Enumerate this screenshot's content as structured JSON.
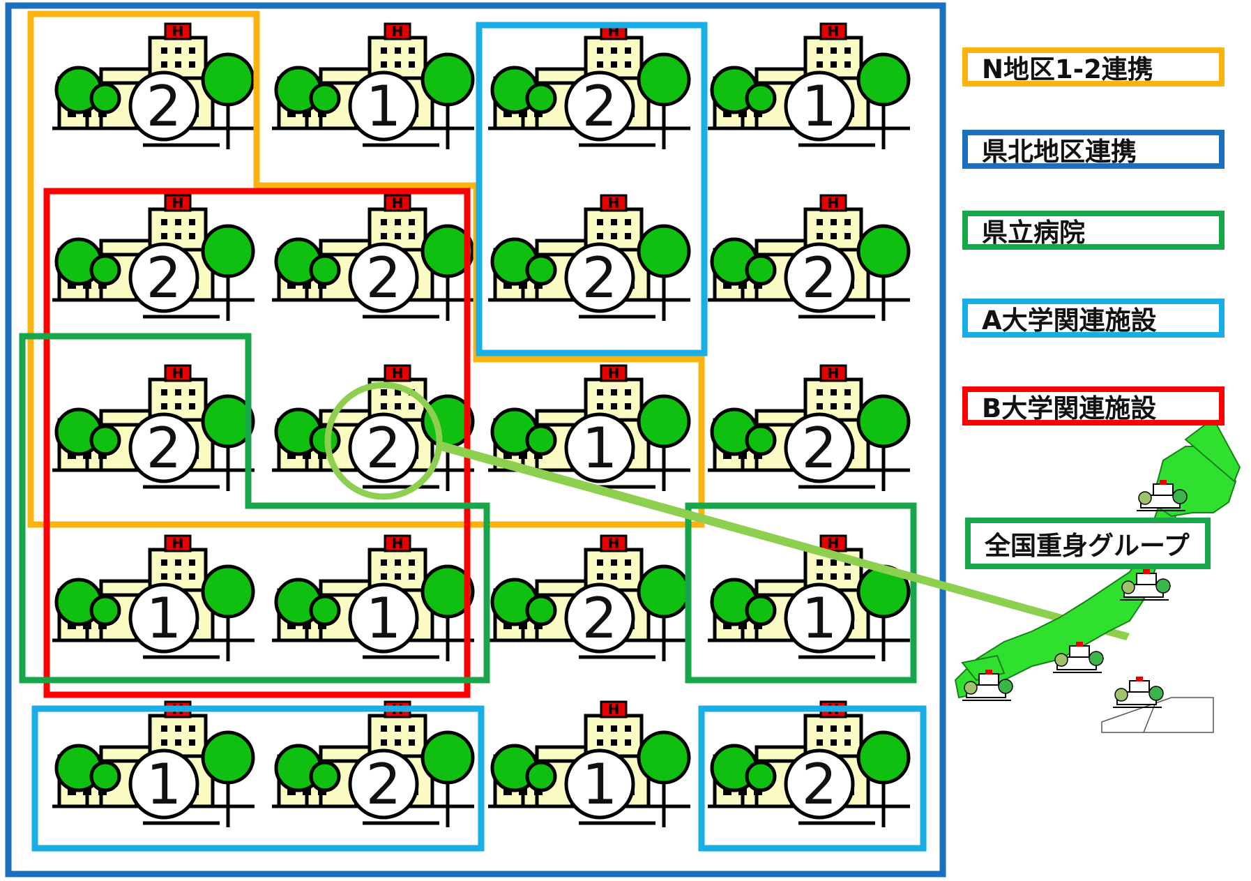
{
  "colors": {
    "orange": "#fbb40f",
    "dark_blue": "#1a6fbf",
    "green": "#17a64a",
    "light_blue": "#19aee6",
    "red": "#ff0000",
    "connector": "#8dcf4e",
    "tree": "#10c010",
    "building": "#fbfbc4",
    "hospital_sign": "#e60000"
  },
  "icons": {
    "facility": "hospital-icon",
    "map": "japan-map-icon"
  },
  "legend": [
    {
      "label": "N地区1-2連携",
      "color": "#fbb40f"
    },
    {
      "label": "県北地区連携",
      "color": "#1a6fbf"
    },
    {
      "label": "県立病院",
      "color": "#17a64a"
    },
    {
      "label": "A大学関連施設",
      "color": "#19aee6"
    },
    {
      "label": "B大学関連施設",
      "color": "#ff0000"
    },
    {
      "label": "全国重身グループ",
      "color": "#17a64a"
    }
  ],
  "facilities": [
    {
      "label": "2"
    },
    {
      "label": "1"
    },
    {
      "label": "2"
    },
    {
      "label": "1"
    },
    {
      "label": "2"
    },
    {
      "label": "2"
    },
    {
      "label": "2"
    },
    {
      "label": "2"
    },
    {
      "label": "2"
    },
    {
      "label": "2"
    },
    {
      "label": "1"
    },
    {
      "label": "2"
    },
    {
      "label": "1"
    },
    {
      "label": "1"
    },
    {
      "label": "2"
    },
    {
      "label": "1"
    },
    {
      "label": "1"
    },
    {
      "label": "2"
    },
    {
      "label": "1"
    },
    {
      "label": "2"
    }
  ]
}
